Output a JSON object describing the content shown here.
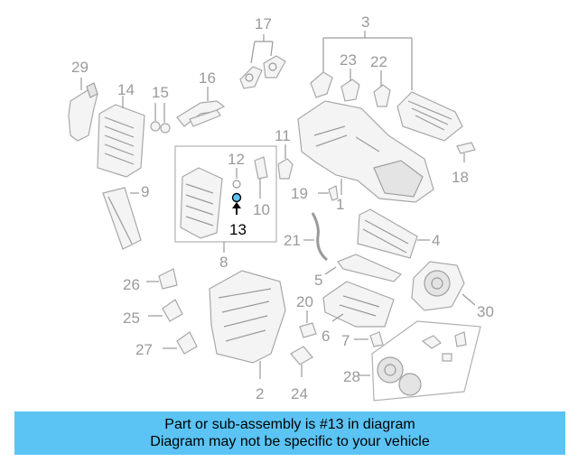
{
  "diagram": {
    "labels": {
      "n2": "2",
      "n3": "3",
      "n4": "4",
      "n5": "5",
      "n6": "6",
      "n7": "7",
      "n8": "8",
      "n9": "9",
      "n10": "10",
      "n11": "11",
      "n12": "12",
      "n13": "13",
      "n14": "14",
      "n15": "15",
      "n16": "16",
      "n17": "17",
      "n18": "18",
      "n19": "19",
      "n20": "20",
      "n21": "21",
      "n22": "22",
      "n23": "23",
      "n24": "24",
      "n25": "25",
      "n26": "26",
      "n27": "27",
      "n28": "28",
      "n29": "29",
      "n30": "30",
      "n1": "1"
    },
    "highlighted_part": "13"
  },
  "banner": {
    "line1": "Part or sub-assembly is #13 in diagram",
    "line2": "Diagram may not be specific to your vehicle",
    "background": "#5bc4f5"
  },
  "colors": {
    "part_line": "#a8a8a8",
    "label": "#9a9a9a",
    "highlight": "#000000",
    "highlight_fill": "#5bc4f5"
  }
}
